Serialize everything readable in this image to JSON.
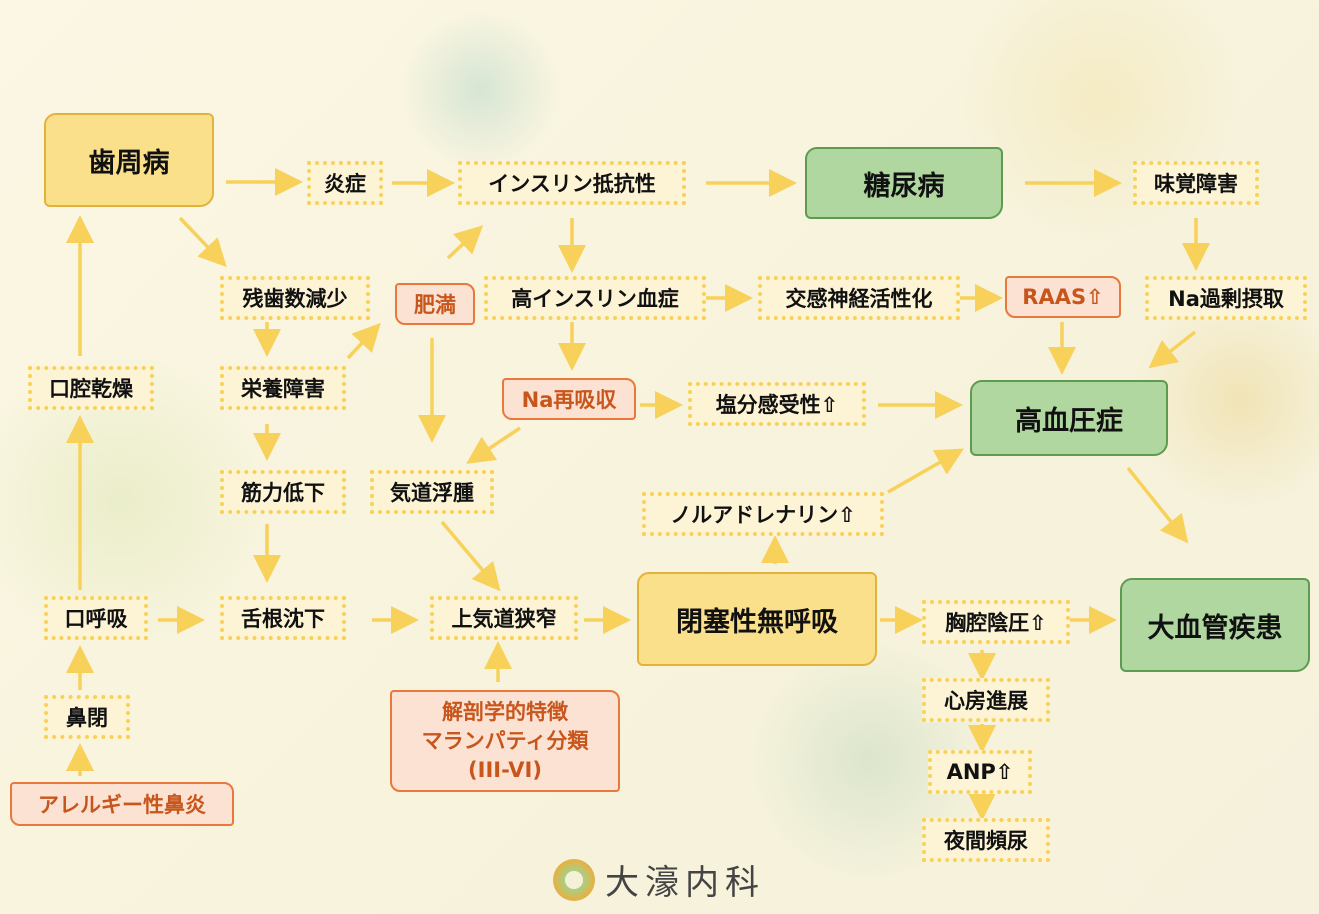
{
  "nodes": {
    "periodontal": "歯周病",
    "inflammation": "炎症",
    "insulin_resistance": "インスリン抵抗性",
    "diabetes": "糖尿病",
    "taste": "味覚障害",
    "tooth_loss": "残歯数減少",
    "obesity": "肥満",
    "hyperinsulinemia": "高インスリン血症",
    "sympathetic": "交感神経活性化",
    "raas": "RAAS⇧",
    "na_intake": "Na過剰摂取",
    "dry_mouth": "口腔乾燥",
    "malnutrition": "栄養障害",
    "na_reabsorption": "Na再吸収",
    "salt_sensitivity": "塩分感受性⇧",
    "hypertension": "高血圧症",
    "muscle_weakness": "筋力低下",
    "airway_edema": "気道浮腫",
    "noradrenaline": "ノルアドレナリン⇧",
    "mouth_breathing": "口呼吸",
    "glossoptosis": "舌根沈下",
    "airway_narrowing": "上気道狭窄",
    "osa": "閉塞性無呼吸",
    "intrathoracic": "胸腔陰圧⇧",
    "macrovascular": "大血管疾患",
    "nasal_obstruction": "鼻閉",
    "anatomy_1": "解剖学的特徴",
    "anatomy_2": "マランパティ分類",
    "anatomy_3": "(III-VI)",
    "atrial": "心房進展",
    "anp": "ANP⇧",
    "nocturia": "夜間頻尿",
    "allergic_rhinitis": "アレルギー性鼻炎"
  },
  "logo": {
    "name": "大濠内科"
  }
}
